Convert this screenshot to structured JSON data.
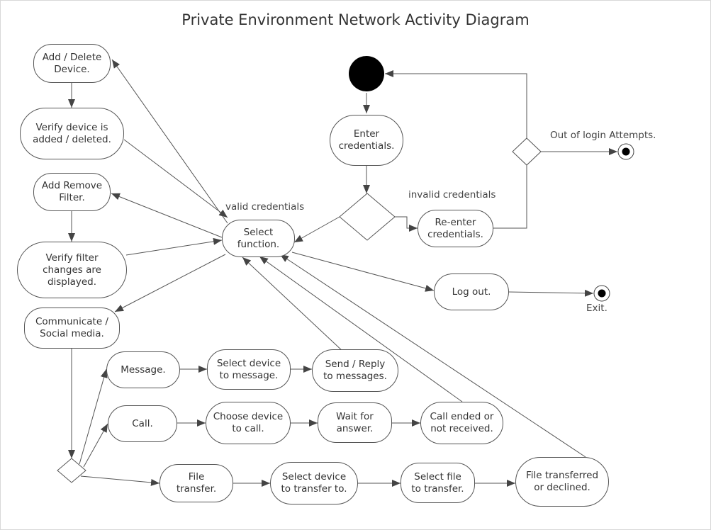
{
  "diagram": {
    "title": "Private Environment Network Activity Diagram",
    "labels": {
      "valid_credentials": "valid credentials",
      "invalid_credentials": "invalid credentials",
      "out_of_attempts": "Out of login Attempts.",
      "exit": "Exit."
    },
    "nodes": {
      "add_delete_device": "Add / Delete\nDevice.",
      "verify_device": "Verify device is\nadded / deleted.",
      "add_remove_filter": "Add Remove\nFilter.",
      "verify_filter": "Verify filter\nchanges are\ndisplayed.",
      "communicate": "Communicate /\nSocial media.",
      "enter_credentials": "Enter\ncredentials.",
      "reenter_credentials": "Re-enter\ncredentials.",
      "select_function": "Select\nfunction.",
      "log_out": "Log out.",
      "message": "Message.",
      "select_device_message": "Select device\nto message.",
      "send_reply": "Send / Reply\nto messages.",
      "call": "Call.",
      "choose_device_call": "Choose device\nto call.",
      "wait_answer": "Wait for\nanswer.",
      "call_ended": "Call ended or\nnot received.",
      "file_transfer": "File\ntransfer.",
      "select_device_transfer": "Select device\nto transfer to.",
      "select_file": "Select file\nto transfer.",
      "file_transferred": "File transferred\nor declined."
    }
  }
}
